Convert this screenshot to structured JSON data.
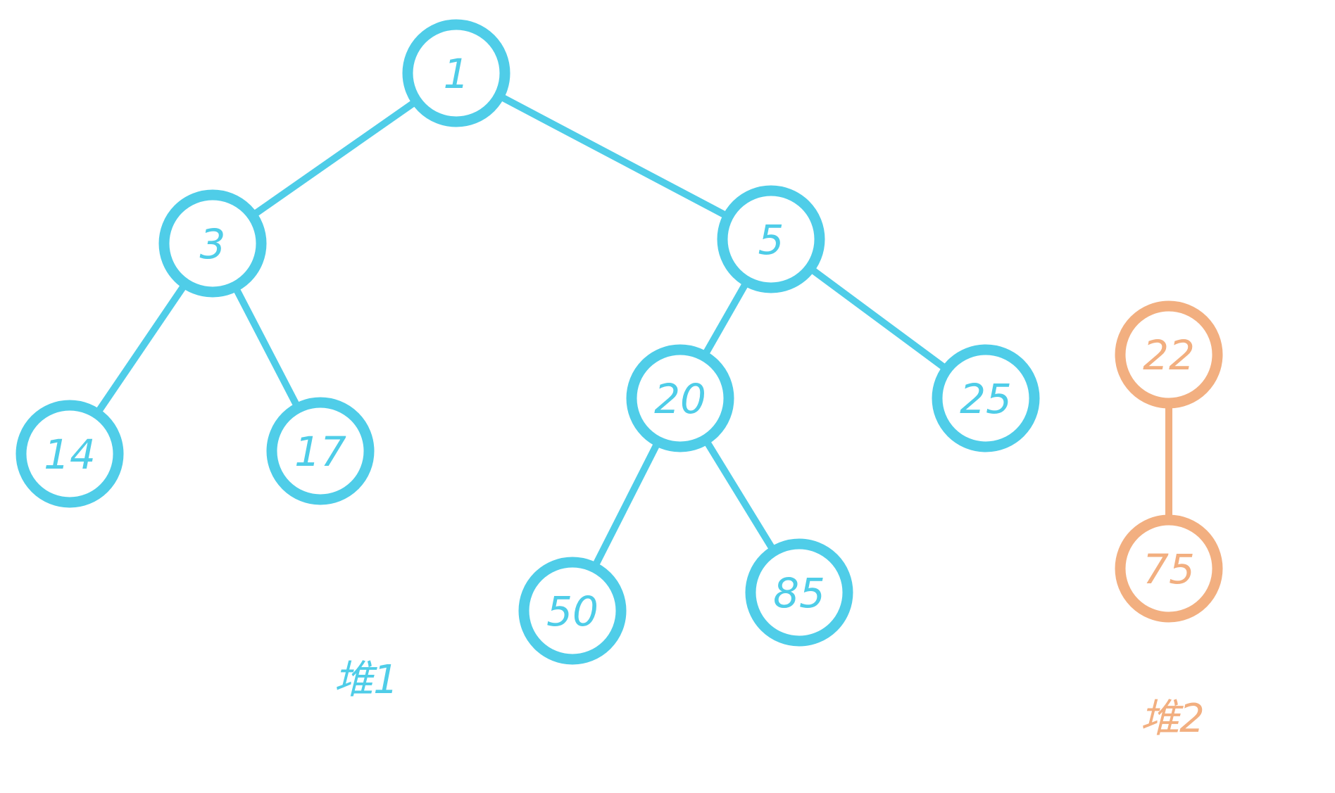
{
  "colors": {
    "heap1": "#4fcde8",
    "heap2": "#f2af80",
    "background": "#ffffff"
  },
  "heaps": [
    {
      "id": "heap1",
      "label": "堆1",
      "nodes": [
        {
          "id": "n1",
          "value": "1"
        },
        {
          "id": "n3",
          "value": "3"
        },
        {
          "id": "n5",
          "value": "5"
        },
        {
          "id": "n14",
          "value": "14"
        },
        {
          "id": "n17",
          "value": "17"
        },
        {
          "id": "n20",
          "value": "20"
        },
        {
          "id": "n25",
          "value": "25"
        },
        {
          "id": "n50",
          "value": "50"
        },
        {
          "id": "n85",
          "value": "85"
        }
      ],
      "edges": [
        {
          "from": "n1",
          "to": "n3"
        },
        {
          "from": "n1",
          "to": "n5"
        },
        {
          "from": "n3",
          "to": "n14"
        },
        {
          "from": "n3",
          "to": "n17"
        },
        {
          "from": "n5",
          "to": "n20"
        },
        {
          "from": "n5",
          "to": "n25"
        },
        {
          "from": "n20",
          "to": "n50"
        },
        {
          "from": "n20",
          "to": "n85"
        }
      ]
    },
    {
      "id": "heap2",
      "label": "堆2",
      "nodes": [
        {
          "id": "n22",
          "value": "22"
        },
        {
          "id": "n75",
          "value": "75"
        }
      ],
      "edges": [
        {
          "from": "n22",
          "to": "n75"
        }
      ]
    }
  ]
}
